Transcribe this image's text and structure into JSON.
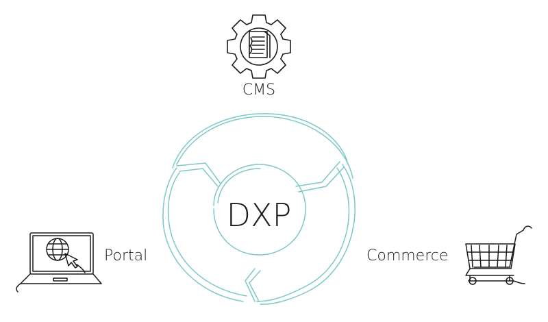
{
  "diagram": {
    "center_label": "DXP",
    "nodes": [
      {
        "id": "cms",
        "label": "CMS",
        "icon": "gear-document-icon"
      },
      {
        "id": "portal",
        "label": "Portal",
        "icon": "laptop-globe-icon"
      },
      {
        "id": "commerce",
        "label": "Commerce",
        "icon": "shopping-cart-icon"
      }
    ],
    "colors": {
      "ring": "#7cc8c8",
      "ink": "#1a1a1a",
      "background": "#ffffff"
    }
  }
}
